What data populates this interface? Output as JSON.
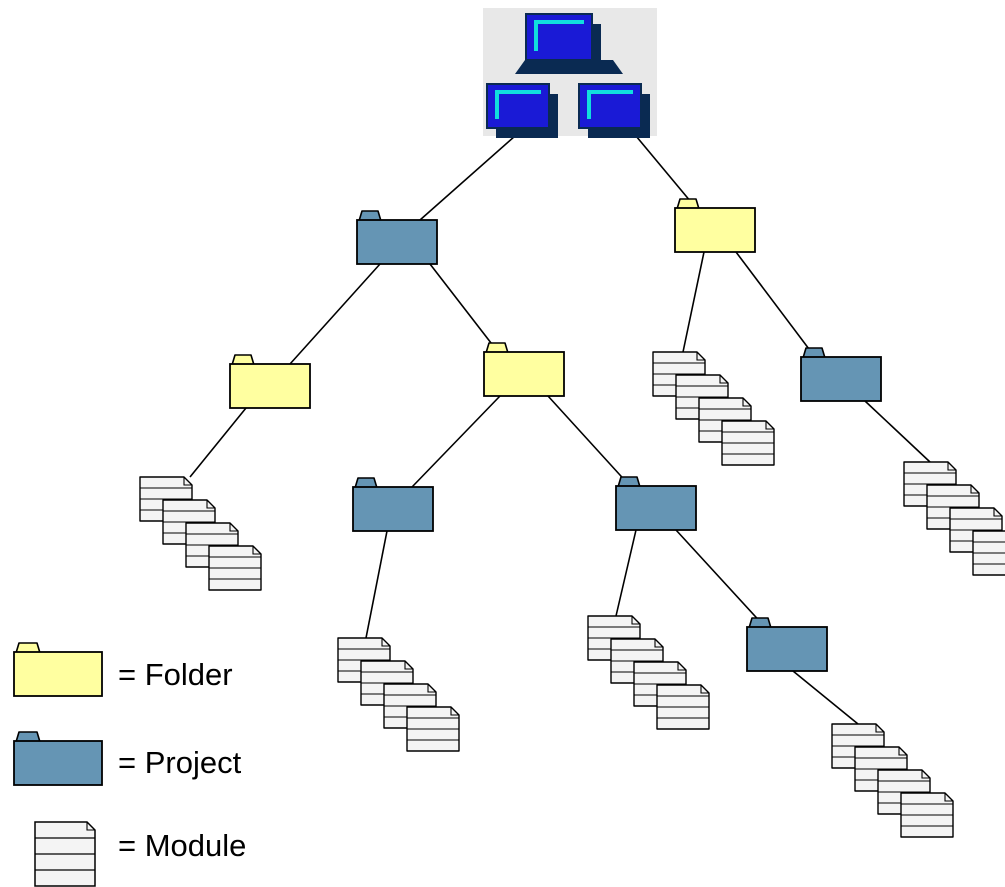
{
  "colors": {
    "folder_fill": "#ffffa0",
    "project_fill": "#6595b4",
    "module_fill": "#f4f4f4",
    "root_background": "#e8e8e8",
    "root_screen": "#1a1ad6",
    "root_screen_highlight": "#11dede",
    "root_shadow": "#0a2a52",
    "stroke": "#000000"
  },
  "root": {
    "icon": "network-hierarchy-icon"
  },
  "legend": [
    {
      "kind": "folder",
      "icon": "folder-icon",
      "label": "= Folder"
    },
    {
      "kind": "project",
      "icon": "project-icon",
      "label": "= Project"
    },
    {
      "kind": "module",
      "icon": "module-stack-icon",
      "label": "= Module"
    }
  ],
  "tree": {
    "type": "root",
    "children": [
      {
        "type": "project",
        "children": [
          {
            "type": "folder",
            "children": [
              {
                "type": "modules"
              }
            ]
          },
          {
            "type": "folder",
            "children": [
              {
                "type": "project",
                "children": [
                  {
                    "type": "modules"
                  }
                ]
              },
              {
                "type": "project",
                "children": [
                  {
                    "type": "modules"
                  },
                  {
                    "type": "project",
                    "children": [
                      {
                        "type": "modules"
                      }
                    ]
                  }
                ]
              }
            ]
          }
        ]
      },
      {
        "type": "folder",
        "children": [
          {
            "type": "modules"
          },
          {
            "type": "project",
            "children": [
              {
                "type": "modules"
              }
            ]
          }
        ]
      }
    ]
  }
}
